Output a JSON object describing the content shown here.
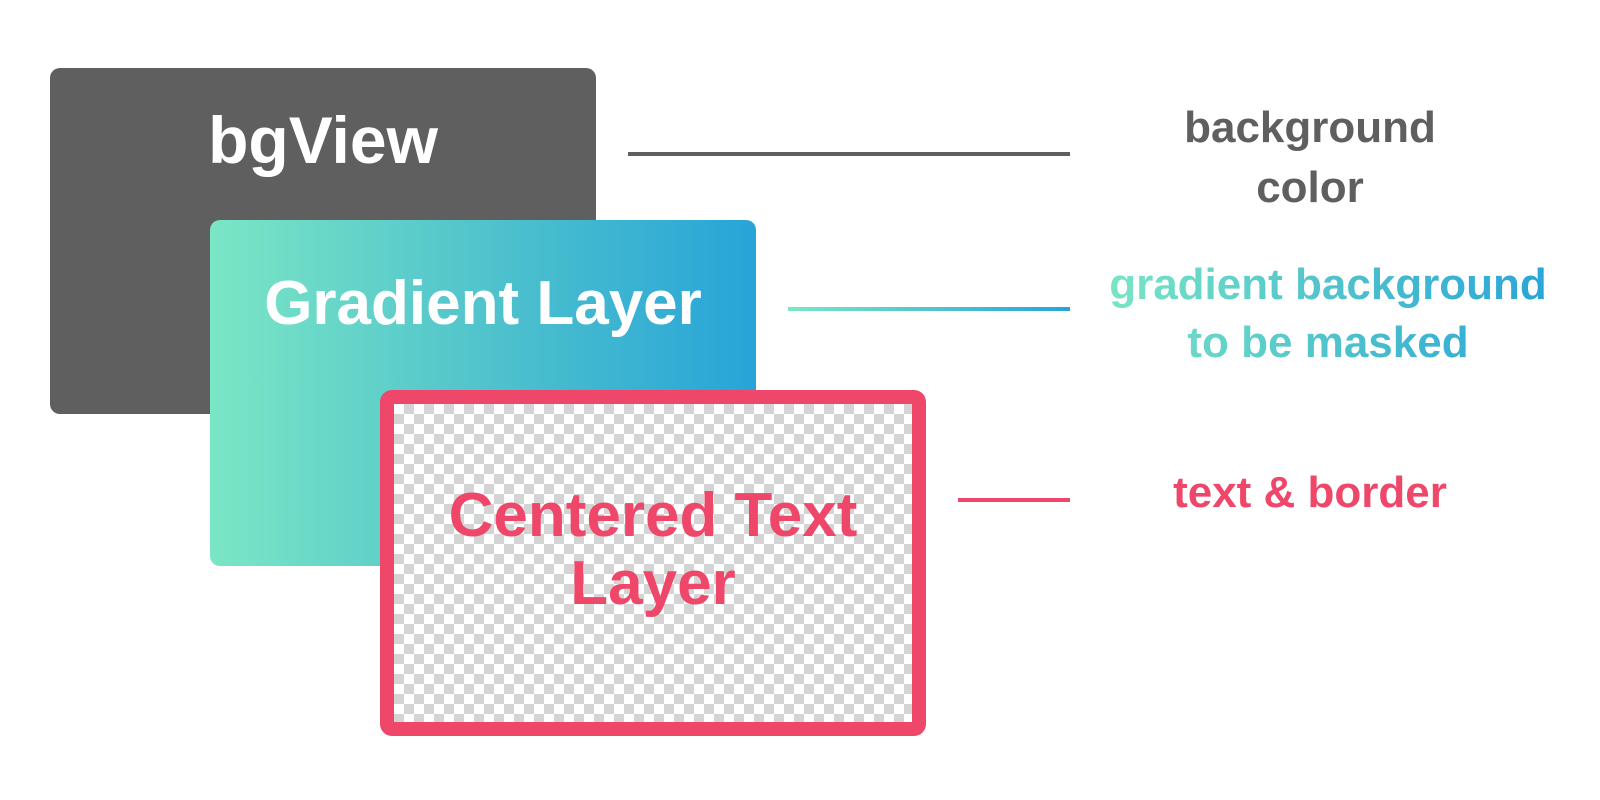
{
  "layers": {
    "background": {
      "title": "bgView",
      "color": "#5f5f5f"
    },
    "gradient": {
      "title": "Gradient Layer",
      "colors": [
        "#7be6c5",
        "#4cc0cd",
        "#27a4d8"
      ]
    },
    "text": {
      "title": "Centered Text\nLayer",
      "border_color": "#ee4769",
      "fill": "transparent-checkerboard"
    }
  },
  "labels": {
    "background": "background\ncolor",
    "gradient": "gradient background\nto be masked",
    "text": "text & border"
  }
}
